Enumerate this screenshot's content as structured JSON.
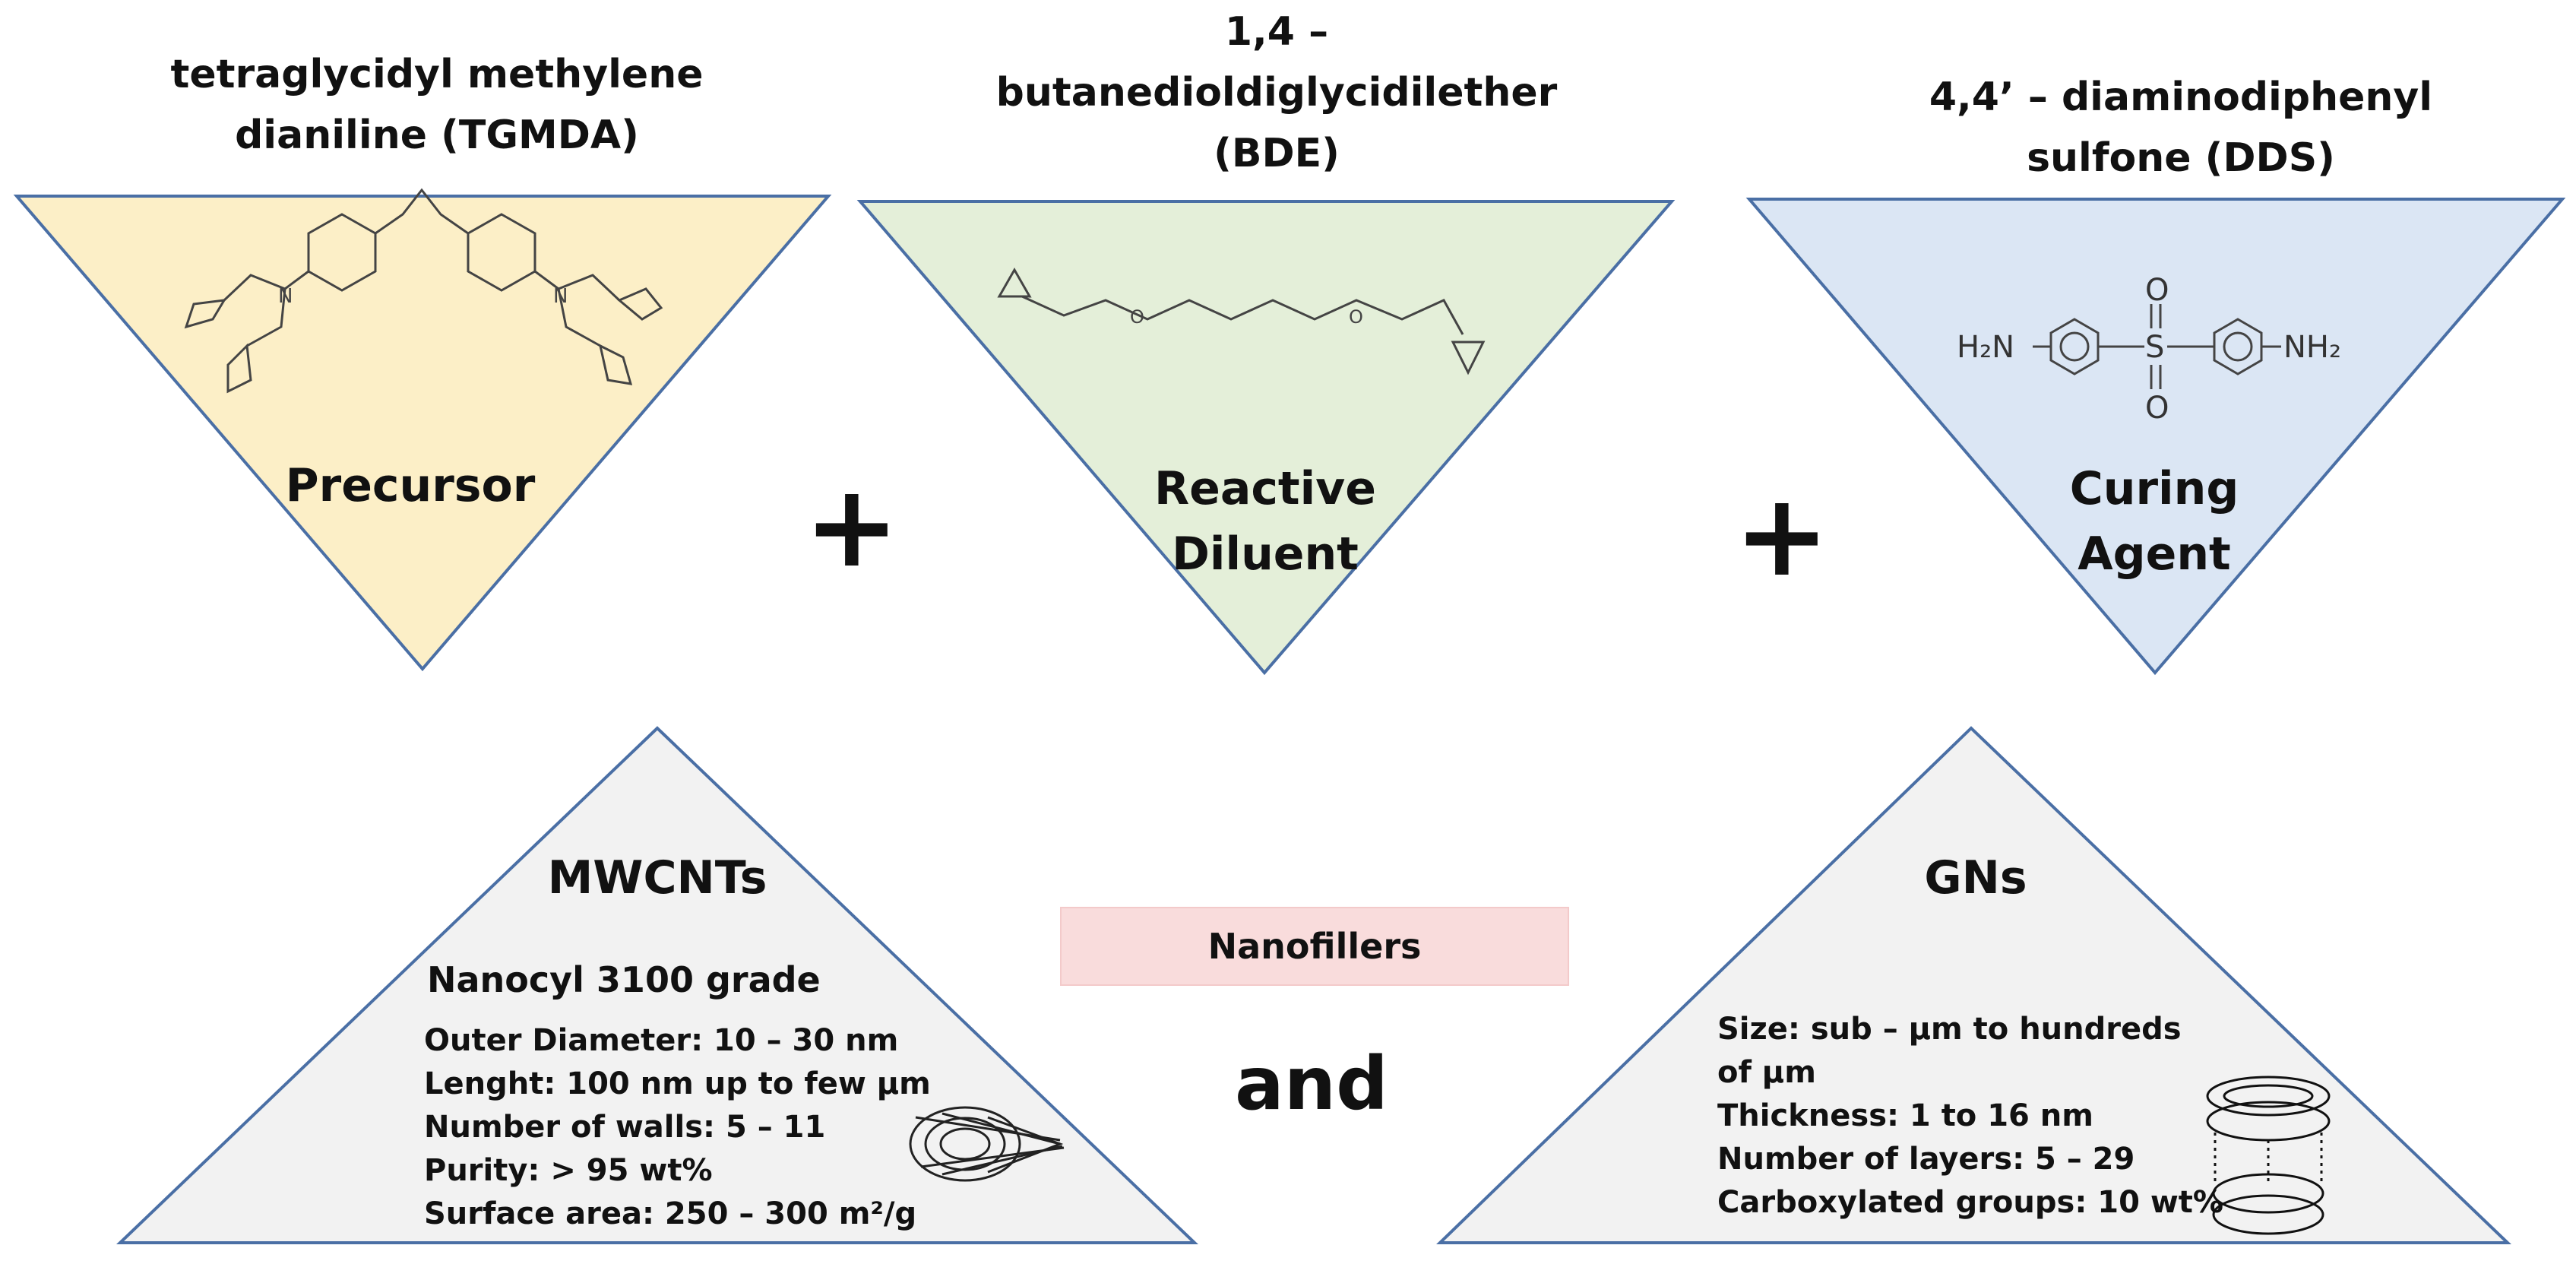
{
  "components": [
    {
      "title": "tetraglycidyl methylene\ndianiline (TGMDA)",
      "role": "Precursor",
      "fill": "#fcefc7"
    },
    {
      "title": "1,4  –\nbutanedioldiglycidilether\n(BDE)",
      "role": "Reactive\nDiluent",
      "fill": "#e4efd9"
    },
    {
      "title": "4,4’  – diaminodiphenyl\nsulfone (DDS)",
      "role": "Curing\nAgent",
      "fill": "#dbe6f4"
    }
  ],
  "plus_sign": "+",
  "dds_formula": {
    "left": "H₂N",
    "right": "NH₂",
    "center": "S",
    "oxygen": "O"
  },
  "nanofillers_label": "Nanofillers",
  "and_label": "and",
  "mwcnt": {
    "title": "MWCNTs",
    "subtitle": "Nanocyl 3100 grade",
    "properties": [
      "Outer Diameter: 10 – 30 nm",
      "Lenght: 100 nm up to few µm",
      "Number of walls: 5 – 11",
      "Purity: > 95 wt%",
      "Surface area: 250 – 300 m²/g"
    ]
  },
  "gns": {
    "title": "GNs",
    "properties": [
      "Size: sub – µm to hundreds",
      "of µm",
      "Thickness: 1 to 16 nm",
      "Number of layers: 5 – 29",
      "Carboxylated groups:  10 wt%"
    ]
  },
  "colors": {
    "triangle_stroke": "#4a6fa5",
    "filler_fill": "#f2f2f2",
    "nanofillers_box": "#f9dcdc"
  }
}
